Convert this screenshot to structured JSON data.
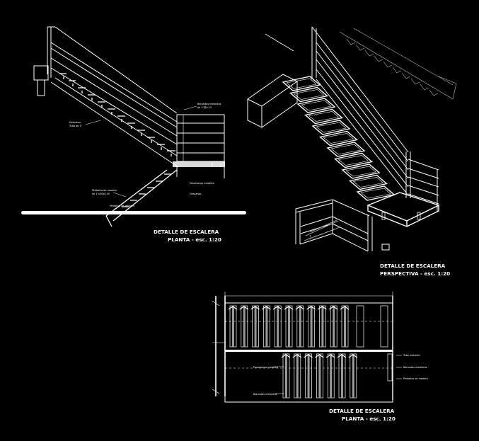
{
  "colors": {
    "background": "#000000",
    "line": "#ffffff",
    "hatch": "#bdbdbd"
  },
  "captions": {
    "elevation": {
      "line1": "DETALLE DE ESCALERA",
      "line2": "PLANTA - esc. 1:20"
    },
    "perspective": {
      "line1": "DETALLE DE ESCALERA",
      "line2": "PERSPECTIVA - esc. 1:20"
    },
    "plan": {
      "line1": "DETALLE DE ESCALERA",
      "line2": "PLANTA - esc. 1:20"
    }
  },
  "notes": {
    "elev_a": "Barandas metalicas",
    "elev_a2": "de 1\"@0.15",
    "elev_b": "Descanso",
    "elev_c": "Tubo de 1\"",
    "elev_d": "Pasamanos metalico",
    "elev_e": "Descanso",
    "elev_f": "Peldaños de madera",
    "elev_f2": "de 1\"x30x0.30",
    "plan_a": "Tubo metalico",
    "plan_b": "Barandas metalicas",
    "plan_c": "Peldaños de madera",
    "plan_d": "Pasamanos metalico"
  }
}
